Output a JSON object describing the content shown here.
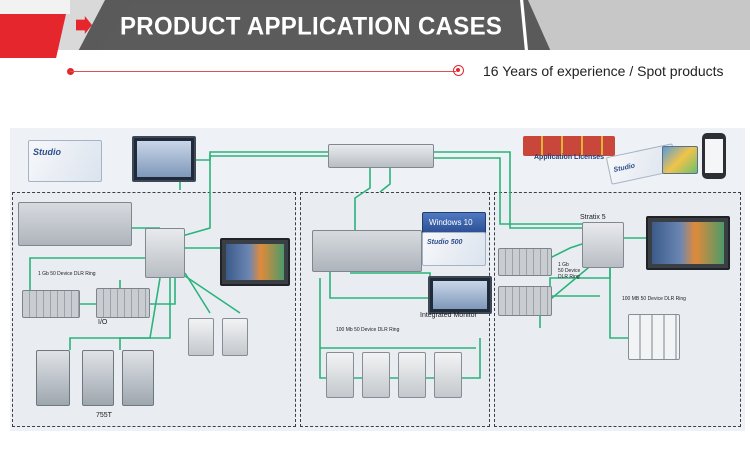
{
  "header": {
    "title": "PRODUCT APPLICATION CASES",
    "arrow_icon": "arrow-right-icon",
    "accent_color": "#e5262d"
  },
  "subtitle": {
    "text": "16 Years of experience / Spot products"
  },
  "diagram": {
    "labels": {
      "studio_left": "Studio",
      "ring_1gb_left": "1 Gb 50 Device DLR Ring",
      "io_label": "I/O",
      "label_755t": "755T",
      "windows": "Windows 10",
      "studio_center": "Studio 500",
      "integrated_monitor": "Integrated Monitor",
      "ring_100mb_center": "100 Mb 50 Device DLR Ring",
      "application_licenses": "Application Licenses",
      "studio_right": "Studio",
      "stratix": "Stratix 5",
      "ring_1gb_right_1": "1 Gb",
      "ring_1gb_right_2": "50 Device",
      "ring_1gb_right_3": "DLR Ring",
      "ring_100mb_right": "100 MB 50 Device DLR Ring"
    },
    "wire_color": "#2bb37a"
  }
}
